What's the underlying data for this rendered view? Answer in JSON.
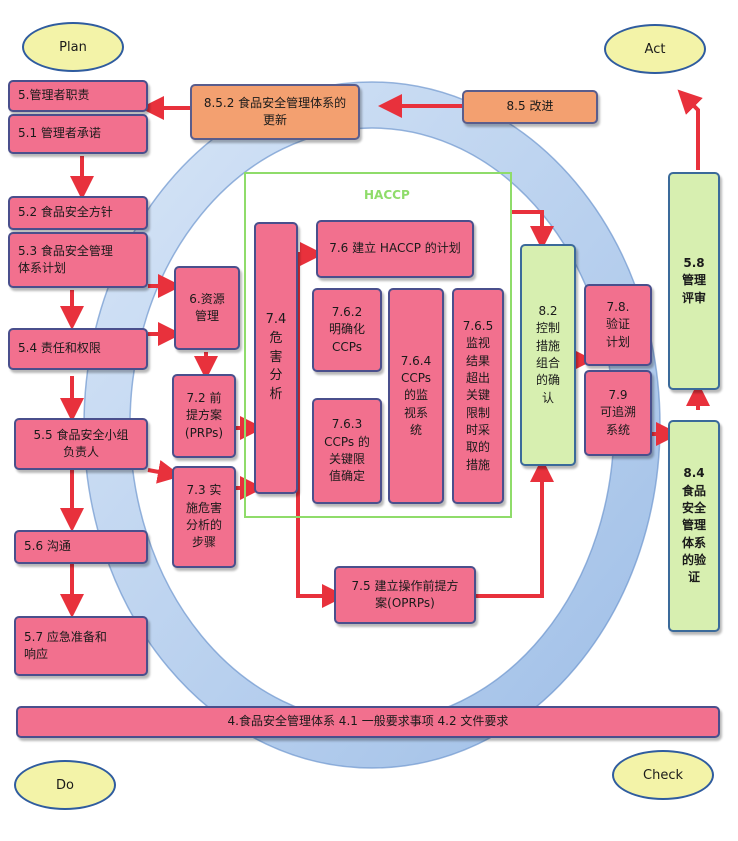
{
  "phases": {
    "plan": "Plan",
    "act": "Act",
    "do": "Do",
    "check": "Check"
  },
  "haccp_label": "HACCP",
  "boxes": {
    "b5": "5.管理者职责",
    "b51": "5.1 管理者承诺",
    "b52": "5.2 食品安全方针",
    "b53": "5.3 食品安全管理\n体系计划",
    "b54": "5.4 责任和权限",
    "b55": "5.5 食品安全小组\n负责人",
    "b56": "5.6 沟通",
    "b57": "5.7 应急准备和\n响应",
    "b6": "6.资源\n管理",
    "b72": "7.2 前\n提方案\n(PRPs)",
    "b73": "7.3 实\n施危害\n分析的\n步骤",
    "b74": "7.4\n危\n害\n分\n析",
    "b76": "7.6 建立 HACCP 的计划",
    "b762": "7.6.2\n明确化\nCCPs",
    "b763": "7.6.3\nCCPs 的\n关键限\n值确定",
    "b764": "7.6.4\nCCPs\n的监\n视系\n统",
    "b765": "7.6.5\n监视\n结果\n超出\n关键\n限制\n时采\n取的\n措施",
    "b75": "7.5 建立操作前提方\n案(OPRPs)",
    "b82": "8.2\n控制\n措施\n组合\n的确\n认",
    "b78": "7.8.\n验证\n计划",
    "b79": "7.9\n可追溯\n系统",
    "b58": "5.8\n管理\n评审",
    "b84": "8.4\n食品\n安全\n管理\n体系\n的验\n证",
    "b852": "8.5.2 食品安全管理体系的\n更新",
    "b85": "8.5 改进",
    "b4": "4.食品安全管理体系 4.1 一般要求事项  4.2 文件要求"
  },
  "colors": {
    "pink_fill": "#f2708e",
    "orange_fill": "#f3a070",
    "green_fill": "#d7efb0",
    "border": "#4a4f8c",
    "arrow": "#e8313c",
    "cycle_band": "#a9c8ec",
    "oval_fill": "#f3f3a8",
    "haccp_frame": "#8fdc6a"
  }
}
